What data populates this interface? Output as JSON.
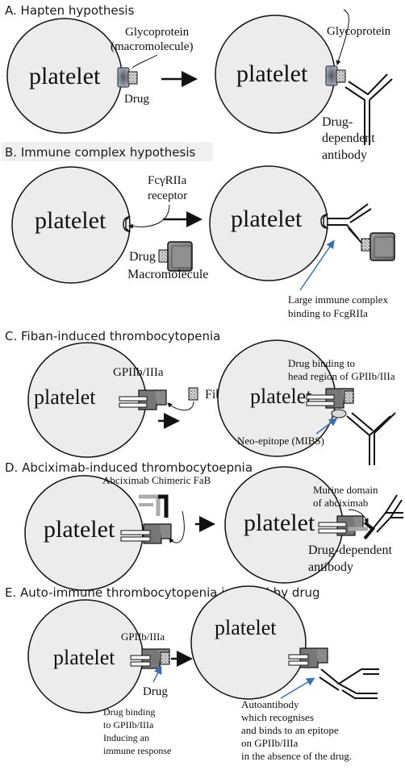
{
  "sections": {
    "a": {
      "title": "A.  Hapten hypothesis",
      "cell_label": "platelet",
      "glycoprotein_macro_line1": "Glycoprotein",
      "glycoprotein_macro_line2": "(macromolecule)",
      "drug": "Drug",
      "glycoprotein": "Glycoprotein",
      "antibody_line1": "Drug-",
      "antibody_line2": "dependent",
      "antibody_line3": "antibody"
    },
    "b": {
      "title": "B.  Immune complex hypothesis",
      "cell_label": "platelet",
      "receptor_line1": "FcγRIIa",
      "receptor_line2": "receptor",
      "drug": "Drug",
      "macromolecule": "Macromolecule",
      "complex_line1": "Large immune complex",
      "complex_line2": "binding to FcgRIIa"
    },
    "c": {
      "title": "C.  Fiban-induced thrombocytopenia",
      "cell_label": "platelet",
      "gp": "GPIIb/IIIa",
      "fiban": "Fiban",
      "binding_line1": "Drug binding to",
      "binding_line2": "head region of GPIIb/IIIa",
      "neo": "Neo-epitope (MIBS)"
    },
    "d": {
      "title": "D.  Abciximab-induced thrombocytoepnia",
      "cell_label": "platelet",
      "fab": "Abciximab Chimeric FaB",
      "murine_line1": "Murine domain",
      "murine_line2": "of abciximab",
      "dda_line1": "Drug-dependent",
      "dda_line2": "antibody"
    },
    "e": {
      "title": "E.  Auto-immune thrombocytopenia induced by drug",
      "cell_label": "platelet",
      "gp": "GPIIb/IIIa",
      "drug": "Drug",
      "resp_line1": "Drug binding",
      "resp_line2": "to GPIIb/IIIa",
      "resp_line3": "Inducing an",
      "resp_line4": "immune response",
      "auto_line1": "Autoantibody",
      "auto_line2": "which recognises",
      "auto_line3": "and binds to an epitope",
      "auto_line4": "on GPIIb/IIIa",
      "auto_line5": "in the absence of the drug."
    }
  }
}
